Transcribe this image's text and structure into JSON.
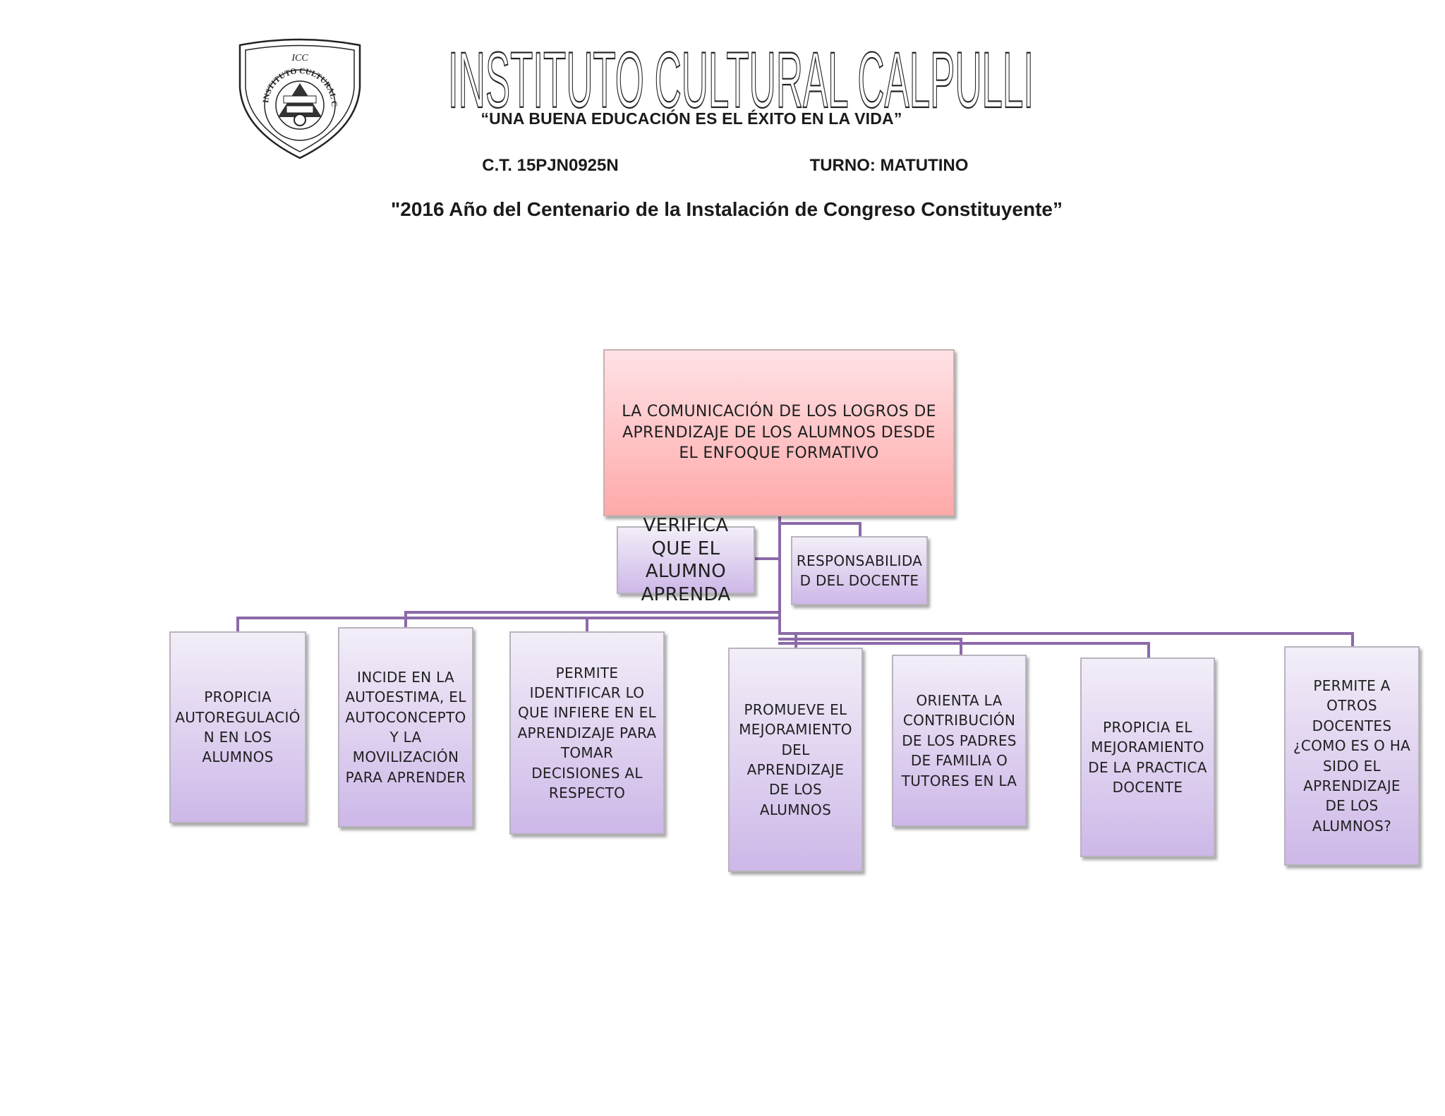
{
  "header": {
    "logo_text": "ICC",
    "logo_ring_text": "INSTITUTO CULTURAL CALPULLI",
    "school_name": "INSTITUTO CULTURAL CALPULLI",
    "motto": "“UNA BUENA EDUCACIÓN ES EL ÉXITO EN LA VIDA”",
    "ct_code": "C.T. 15PJN0925N",
    "turno": "TURNO: MATUTINO",
    "year_banner": "\"2016 Año del Centenario de la Instalación de Congreso Constituyente”"
  },
  "diagram": {
    "root": "LA COMUNICACIÓN DE LOS LOGROS DE APRENDIZAJE DE LOS ALUMNOS DESDE EL ENFOQUE FORMATIVO",
    "verifica": "VERIFICA QUE EL ALUMNO APRENDA",
    "responsabilidad": "RESPONSABILIDA D DEL DOCENTE",
    "children": [
      "PROPICIA AUTOREGULACIÓ N EN LOS ALUMNOS",
      "INCIDE EN LA AUTOESTIMA, EL AUTOCONCEPTO Y LA MOVILIZACIÓN PARA APRENDER",
      "PERMITE IDENTIFICAR LO QUE INFIERE EN EL APRENDIZAJE PARA TOMAR DECISIONES AL RESPECTO",
      "PROMUEVE EL MEJORAMIENTO DEL APRENDIZAJE DE LOS ALUMNOS",
      "ORIENTA LA CONTRIBUCIÓN DE LOS PADRES DE FAMILIA O TUTORES EN LA",
      "PROPICIA EL MEJORAMIENTO DE LA PRACTICA DOCENTE",
      "PERMITE A OTROS DOCENTES ¿COMO ES O HA SIDO EL APRENDIZAJE DE LOS ALUMNOS?"
    ]
  },
  "colors": {
    "root_top": "#ffe2e6",
    "root_bottom": "#ffa9a9",
    "node_top": "#f3eef8",
    "node_bottom": "#cdb8e8",
    "connector": "#8c6aa8"
  }
}
